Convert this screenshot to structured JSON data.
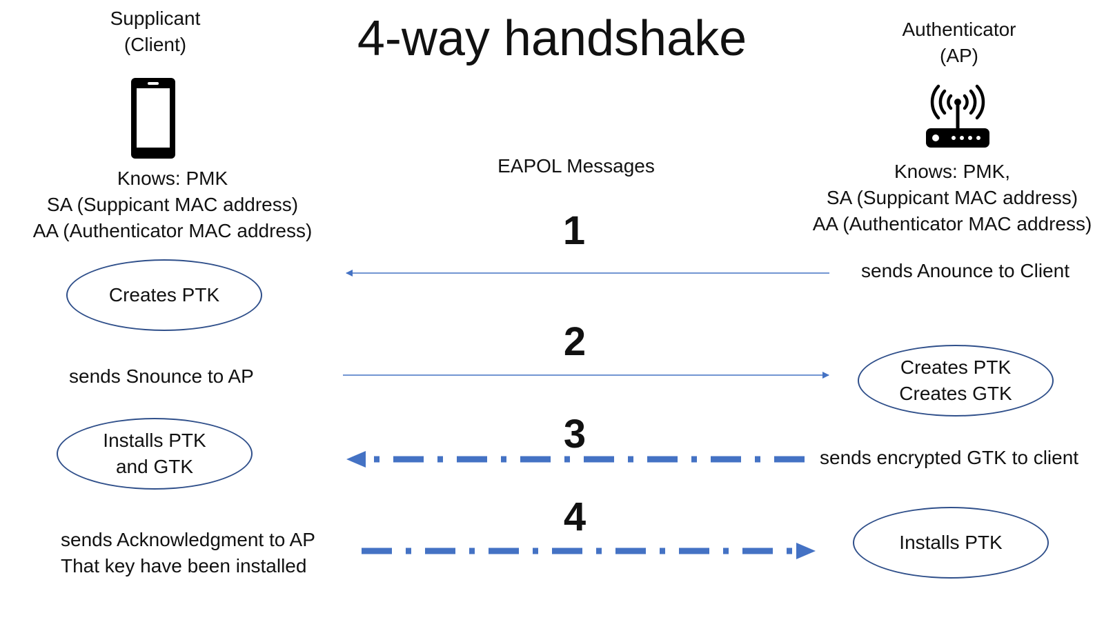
{
  "title": "4-way handshake",
  "supplicant": {
    "heading_line1": "Supplicant",
    "heading_line2": "(Client)",
    "icon": "smartphone-icon",
    "knows_line1": "Knows: PMK",
    "knows_line2": "SA (Suppicant MAC address)",
    "knows_line3": "AA (Authenticator MAC address)"
  },
  "authenticator": {
    "heading_line1": "Authenticator",
    "heading_line2": "(AP)",
    "icon": "wifi-router-icon",
    "knows_line1": "Knows: PMK,",
    "knows_line2": "SA (Suppicant MAC address)",
    "knows_line3": "AA (Authenticator MAC address)"
  },
  "eapol_label": "EAPOL Messages",
  "steps": {
    "step1": {
      "number": "1",
      "direction": "to-client",
      "style": "thin-solid",
      "ap_text": "sends Anounce to Client",
      "client_action": "Creates PTK"
    },
    "step2": {
      "number": "2",
      "direction": "to-ap",
      "style": "thin-solid",
      "client_text": "sends Snounce to AP",
      "ap_action_line1": "Creates PTK",
      "ap_action_line2": "Creates GTK"
    },
    "step3": {
      "number": "3",
      "direction": "to-client",
      "style": "thick-dash-dot",
      "ap_text": "sends encrypted GTK to client",
      "client_action_line1": "Installs PTK",
      "client_action_line2": "and GTK"
    },
    "step4": {
      "number": "4",
      "direction": "to-ap",
      "style": "thick-dash-dot",
      "client_text_line1": "sends Acknowledgment to AP",
      "client_text_line2": "That key have been installed",
      "ap_action": "Installs PTK"
    }
  },
  "colors": {
    "arrow": "#4472c4",
    "ellipse_border": "#2f4f8a",
    "text": "#111111",
    "icon": "#000000"
  }
}
